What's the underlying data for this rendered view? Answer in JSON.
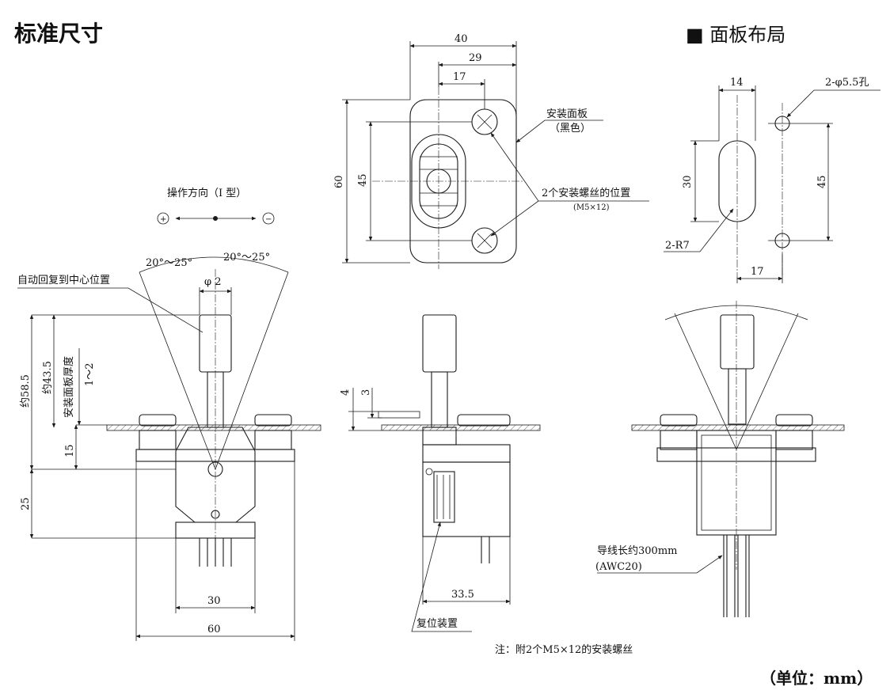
{
  "title": "标准尺寸",
  "panel_layout_title": "■ 面板布局",
  "unit_note": "（单位：mm）",
  "footnote": "注：附2个M5×12的安装螺丝",
  "front_view": {
    "operation_direction": "操作方向（I 型）",
    "plus_symbol": "+",
    "minus_symbol": "−",
    "angle_left": "20°～25°",
    "angle_right": "20°～25°",
    "auto_return_label": "自动回复到中心位置",
    "phi2": "φ 2",
    "dim_585": "约58.5",
    "dim_435": "约43.5",
    "panel_thickness": "安装面板厚度",
    "thickness_range": "1～2",
    "dim_15": "15",
    "dim_25": "25",
    "dim_30": "30",
    "dim_60": "60"
  },
  "top_view": {
    "dim_40": "40",
    "dim_29": "29",
    "dim_17": "17",
    "dim_60": "60",
    "dim_45": "45",
    "mount_panel_label": "安装面板",
    "mount_panel_color": "（黑色）",
    "screw_position_label": "2个安装螺丝的位置",
    "screw_spec": "(M5×12)"
  },
  "side_view": {
    "dim_4": "4",
    "dim_3": "3",
    "dim_335": "33.5",
    "reset_device_label": "复位装置"
  },
  "panel_layout": {
    "dim_14": "14",
    "hole_label": "2-φ5.5孔",
    "dim_30": "30",
    "dim_45": "45",
    "r7_label": "2-R7",
    "dim_17": "17"
  },
  "rear_view": {
    "lead_wire_label": "导线长约300mm",
    "awg_label": "(AWC20)"
  }
}
